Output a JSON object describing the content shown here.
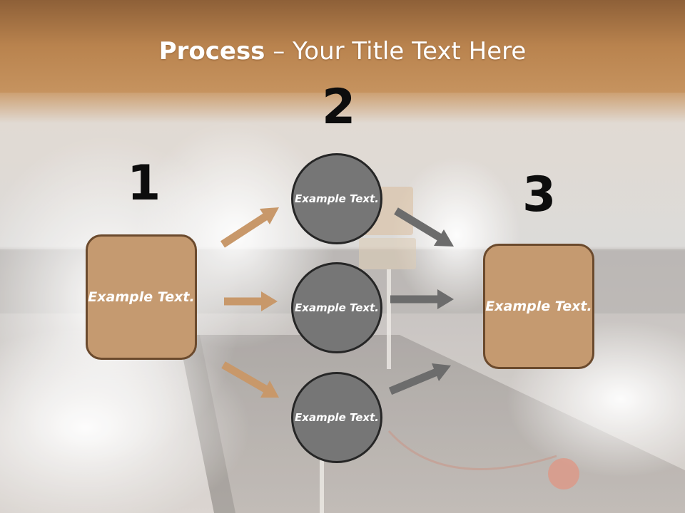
{
  "title": {
    "bold": "Process",
    "rest": " – Your Title Text Here"
  },
  "steps": [
    {
      "number": "1",
      "label": "Example Text."
    },
    {
      "number": "2"
    },
    {
      "number": "3",
      "label": "Example Text."
    }
  ],
  "nodes": [
    {
      "label": "Example Text."
    },
    {
      "label": "Example Text."
    },
    {
      "label": "Example Text."
    }
  ],
  "colors": {
    "box_fill": "#c59a70",
    "box_border": "#6b4a2d",
    "circle_fill": "#767676",
    "left_arrow": "#c8986a",
    "right_arrow": "#6c6c6c",
    "title_band": "#b9834e"
  }
}
